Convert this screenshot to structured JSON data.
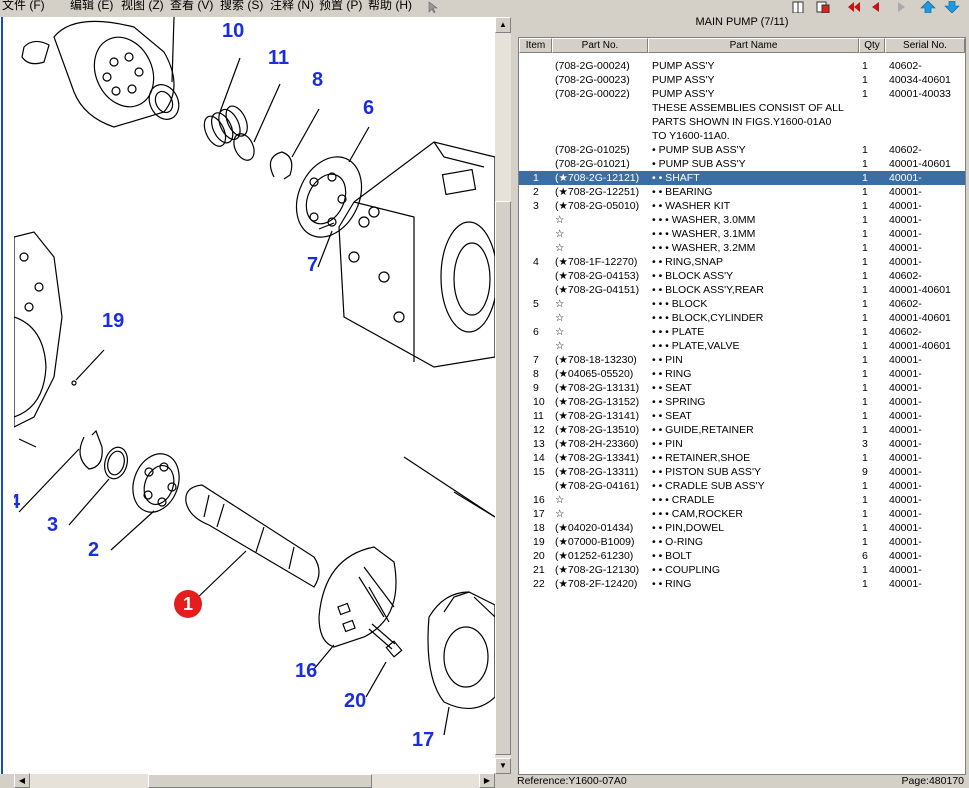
{
  "menu": {
    "items": [
      "文件 (F)",
      "编辑 (E)",
      "视图 (Z)",
      "查看 (V)",
      "搜索 (S)",
      "注释 (N)",
      "预置 (P)",
      "帮助 (H)"
    ]
  },
  "toolbar": {
    "icons": [
      "pointer-icon",
      "page-icon",
      "print-icon",
      "first-page-icon",
      "prev-page-icon",
      "next-page-icon",
      "up-icon",
      "down-icon"
    ]
  },
  "drawing": {
    "callouts": [
      {
        "label": "10",
        "name": "callout-10"
      },
      {
        "label": "11",
        "name": "callout-11"
      },
      {
        "label": "8",
        "name": "callout-8"
      },
      {
        "label": "6",
        "name": "callout-6"
      },
      {
        "label": "7",
        "name": "callout-7"
      },
      {
        "label": "19",
        "name": "callout-19"
      },
      {
        "label": "4",
        "name": "callout-4"
      },
      {
        "label": "3",
        "name": "callout-3"
      },
      {
        "label": "2",
        "name": "callout-2"
      },
      {
        "label": "1",
        "name": "callout-1"
      },
      {
        "label": "16",
        "name": "callout-16"
      },
      {
        "label": "20",
        "name": "callout-20"
      },
      {
        "label": "17",
        "name": "callout-17"
      }
    ]
  },
  "parts_panel": {
    "title": "MAIN PUMP (7/11)",
    "columns": {
      "item": "Item",
      "part_no": "Part No.",
      "part_name": "Part Name",
      "qty": "Qty",
      "serial": "Serial No."
    },
    "rows": [
      {
        "item": "",
        "part_no": "(708-2G-00024)",
        "name": "PUMP ASS'Y",
        "qty": "1",
        "serial": "40602-"
      },
      {
        "item": "",
        "part_no": "(708-2G-00023)",
        "name": "PUMP ASS'Y",
        "qty": "1",
        "serial": "40034-40601"
      },
      {
        "item": "",
        "part_no": "(708-2G-00022)",
        "name": "PUMP ASS'Y",
        "qty": "1",
        "serial": "40001-40033"
      },
      {
        "item": "",
        "part_no": "",
        "name": "THESE ASSEMBLIES CONSIST OF ALL",
        "qty": "",
        "serial": ""
      },
      {
        "item": "",
        "part_no": "",
        "name": "PARTS SHOWN IN FIGS.Y1600-01A0",
        "qty": "",
        "serial": ""
      },
      {
        "item": "",
        "part_no": "",
        "name": "TO Y1600-11A0.",
        "qty": "",
        "serial": ""
      },
      {
        "item": "",
        "part_no": "(708-2G-01025)",
        "name": "•  PUMP SUB ASS'Y",
        "qty": "1",
        "serial": "40602-"
      },
      {
        "item": "",
        "part_no": "(708-2G-01021)",
        "name": "•  PUMP SUB ASS'Y",
        "qty": "1",
        "serial": "40001-40601"
      },
      {
        "item": "1",
        "part_no": "(★708-2G-12121)",
        "name": "•  •  SHAFT",
        "qty": "1",
        "serial": "40001-",
        "selected": true
      },
      {
        "item": "2",
        "part_no": "(★708-2G-12251)",
        "name": "•  •  BEARING",
        "qty": "1",
        "serial": "40001-"
      },
      {
        "item": "3",
        "part_no": "(★708-2G-05010)",
        "name": "•  •  WASHER KIT",
        "qty": "1",
        "serial": "40001-"
      },
      {
        "item": "",
        "part_no": "☆",
        "name": "•  •  •  WASHER, 3.0MM",
        "qty": "1",
        "serial": "40001-"
      },
      {
        "item": "",
        "part_no": "☆",
        "name": "•  •  •  WASHER, 3.1MM",
        "qty": "1",
        "serial": "40001-"
      },
      {
        "item": "",
        "part_no": "☆",
        "name": "•  •  •  WASHER, 3.2MM",
        "qty": "1",
        "serial": "40001-"
      },
      {
        "item": "4",
        "part_no": "(★708-1F-12270)",
        "name": "•  •  RING,SNAP",
        "qty": "1",
        "serial": "40001-"
      },
      {
        "item": "",
        "part_no": "(★708-2G-04153)",
        "name": "•  •  BLOCK ASS'Y",
        "qty": "1",
        "serial": "40602-"
      },
      {
        "item": "",
        "part_no": "(★708-2G-04151)",
        "name": "•  •  BLOCK ASS'Y,REAR",
        "qty": "1",
        "serial": "40001-40601"
      },
      {
        "item": "5",
        "part_no": "☆",
        "name": "•  •  •  BLOCK",
        "qty": "1",
        "serial": "40602-"
      },
      {
        "item": "",
        "part_no": "☆",
        "name": "•  •  •  BLOCK,CYLINDER",
        "qty": "1",
        "serial": "40001-40601"
      },
      {
        "item": "6",
        "part_no": "☆",
        "name": "•  •  •  PLATE",
        "qty": "1",
        "serial": "40602-"
      },
      {
        "item": "",
        "part_no": "☆",
        "name": "•  •  •  PLATE,VALVE",
        "qty": "1",
        "serial": "40001-40601"
      },
      {
        "item": "7",
        "part_no": "(★708-18-13230)",
        "name": "•  •  PIN",
        "qty": "1",
        "serial": "40001-"
      },
      {
        "item": "8",
        "part_no": "(★04065-05520)",
        "name": "•  •  RING",
        "qty": "1",
        "serial": "40001-"
      },
      {
        "item": "9",
        "part_no": "(★708-2G-13131)",
        "name": "•  •  SEAT",
        "qty": "1",
        "serial": "40001-"
      },
      {
        "item": "10",
        "part_no": "(★708-2G-13152)",
        "name": "•  •  SPRING",
        "qty": "1",
        "serial": "40001-"
      },
      {
        "item": "11",
        "part_no": "(★708-2G-13141)",
        "name": "•  •  SEAT",
        "qty": "1",
        "serial": "40001-"
      },
      {
        "item": "12",
        "part_no": "(★708-2G-13510)",
        "name": "•  •  GUIDE,RETAINER",
        "qty": "1",
        "serial": "40001-"
      },
      {
        "item": "13",
        "part_no": "(★708-2H-23360)",
        "name": "•  •  PIN",
        "qty": "3",
        "serial": "40001-"
      },
      {
        "item": "14",
        "part_no": "(★708-2G-13341)",
        "name": "•  •  RETAINER,SHOE",
        "qty": "1",
        "serial": "40001-"
      },
      {
        "item": "15",
        "part_no": "(★708-2G-13311)",
        "name": "•  •  PISTON SUB ASS'Y",
        "qty": "9",
        "serial": "40001-"
      },
      {
        "item": "",
        "part_no": "(★708-2G-04161)",
        "name": "•  •  CRADLE SUB ASS'Y",
        "qty": "1",
        "serial": "40001-"
      },
      {
        "item": "16",
        "part_no": "☆",
        "name": "•  •  •  CRADLE",
        "qty": "1",
        "serial": "40001-"
      },
      {
        "item": "17",
        "part_no": "☆",
        "name": "•  •  •  CAM,ROCKER",
        "qty": "1",
        "serial": "40001-"
      },
      {
        "item": "18",
        "part_no": "(★04020-01434)",
        "name": "•  •  PIN,DOWEL",
        "qty": "1",
        "serial": "40001-"
      },
      {
        "item": "19",
        "part_no": "(★07000-B1009)",
        "name": "•  •  O-RING",
        "qty": "1",
        "serial": "40001-"
      },
      {
        "item": "20",
        "part_no": "(★01252-61230)",
        "name": "•  •  BOLT",
        "qty": "6",
        "serial": "40001-"
      },
      {
        "item": "21",
        "part_no": "(★708-2G-12130)",
        "name": "•  •  COUPLING",
        "qty": "1",
        "serial": "40001-"
      },
      {
        "item": "22",
        "part_no": "(★708-2F-12420)",
        "name": "•  •  RING",
        "qty": "1",
        "serial": "40001-"
      }
    ]
  },
  "status": {
    "reference": "Reference:Y1600-07A0",
    "page": "Page:480170"
  },
  "colors": {
    "callout_blue": "#1a2ee0",
    "callout_red": "#e41d1d",
    "selection": "#3a6ea5",
    "chrome": "#d4d0c8"
  }
}
